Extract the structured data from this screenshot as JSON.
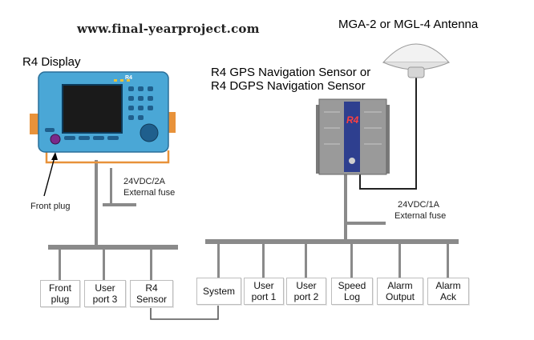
{
  "watermark": "www.final-yearproject.com",
  "labels": {
    "display": "R4 Display",
    "sensor_line1": "R4 GPS Navigation Sensor or",
    "sensor_line2": "R4 DGPS Navigation Sensor",
    "antenna": "MGA-2 or MGL-4 Antenna",
    "front_plug": "Front plug",
    "fuse_left_rating": "24VDC/2A",
    "fuse_left_text": "External fuse",
    "fuse_right_rating": "24VDC/1A",
    "fuse_right_text": "External fuse"
  },
  "display_unit": {
    "device_label": "R4",
    "body_color": "#4aa7d6",
    "screen_color": "#1a1a1a",
    "bracket_color": "#e8923a"
  },
  "sensor_unit": {
    "device_label": "R4",
    "body_color": "#8c8c8c",
    "panel_color": "#2e3f8f"
  },
  "left_ports": [
    {
      "id": "front-plug",
      "label": "Front\nplug"
    },
    {
      "id": "user-port-3",
      "label": "User\nport 3"
    },
    {
      "id": "r4-sensor",
      "label": "R4\nSensor"
    }
  ],
  "right_ports": [
    {
      "id": "system",
      "label": "System"
    },
    {
      "id": "user-port-1",
      "label": "User\nport 1"
    },
    {
      "id": "user-port-2",
      "label": "User\nport 2"
    },
    {
      "id": "speed-log",
      "label": "Speed\nLog"
    },
    {
      "id": "alarm-output",
      "label": "Alarm\nOutput"
    },
    {
      "id": "alarm-ack",
      "label": "Alarm\nAck"
    }
  ]
}
